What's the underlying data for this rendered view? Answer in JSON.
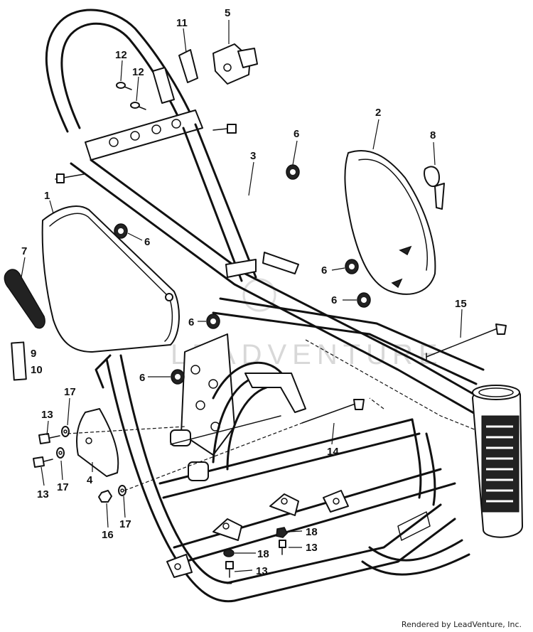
{
  "diagram": {
    "watermark": "LEADVENTURE",
    "callouts": [
      {
        "id": "c1",
        "text": "1"
      },
      {
        "id": "c2",
        "text": "2"
      },
      {
        "id": "c3",
        "text": "3"
      },
      {
        "id": "c4",
        "text": "4"
      },
      {
        "id": "c5",
        "text": "5"
      },
      {
        "id": "c6a",
        "text": "6"
      },
      {
        "id": "c6b",
        "text": "6"
      },
      {
        "id": "c6c",
        "text": "6"
      },
      {
        "id": "c6d",
        "text": "6"
      },
      {
        "id": "c6e",
        "text": "6"
      },
      {
        "id": "c6f",
        "text": "6"
      },
      {
        "id": "c7",
        "text": "7"
      },
      {
        "id": "c8",
        "text": "8"
      },
      {
        "id": "c9",
        "text": "9"
      },
      {
        "id": "c10",
        "text": "10"
      },
      {
        "id": "c11",
        "text": "11"
      },
      {
        "id": "c12a",
        "text": "12"
      },
      {
        "id": "c12b",
        "text": "12"
      },
      {
        "id": "c13a",
        "text": "13"
      },
      {
        "id": "c13b",
        "text": "13"
      },
      {
        "id": "c13c",
        "text": "13"
      },
      {
        "id": "c13d",
        "text": "13"
      },
      {
        "id": "c14",
        "text": "14"
      },
      {
        "id": "c15",
        "text": "15"
      },
      {
        "id": "c16",
        "text": "16"
      },
      {
        "id": "c17a",
        "text": "17"
      },
      {
        "id": "c17b",
        "text": "17"
      },
      {
        "id": "c17c",
        "text": "17"
      },
      {
        "id": "c18a",
        "text": "18"
      },
      {
        "id": "c18b",
        "text": "18"
      }
    ]
  },
  "footer": {
    "credit": "Rendered by LeadVenture, Inc."
  }
}
